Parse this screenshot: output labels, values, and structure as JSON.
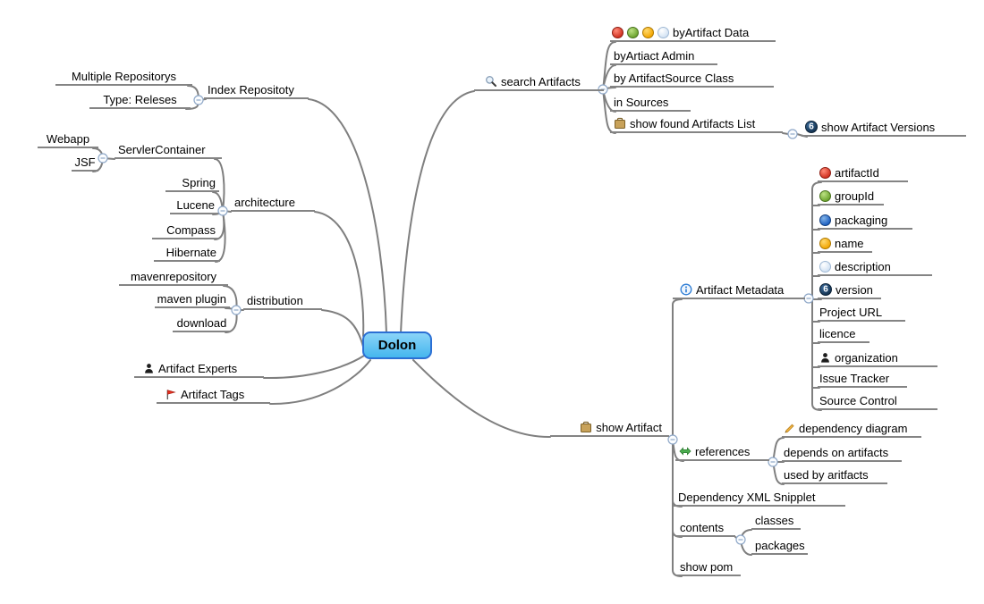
{
  "root": {
    "label": "Dolon"
  },
  "colors": {
    "root_fill": "#52c1f2",
    "root_border": "#2b6fd4",
    "edge": "#7f7f7f",
    "ball_red": "#cf2e1e",
    "ball_green": "#6ba32d",
    "ball_yellow": "#f2a500",
    "ball_blue": "#1c5ec0",
    "ball_pale": "#cfe0f2",
    "flag_red": "#e53020"
  },
  "icons": {
    "version_badge_glyph": "6"
  },
  "nodes": {
    "index_repositoty": {
      "label": "Index Repositoty"
    },
    "multiple_repositorys": {
      "label": "Multiple Repositorys"
    },
    "type_releses": {
      "label": "Type: Releses"
    },
    "architecture": {
      "label": "architecture"
    },
    "servler_container": {
      "label": "ServlerContainer"
    },
    "webapp": {
      "label": "Webapp"
    },
    "jsf": {
      "label": "JSF"
    },
    "spring": {
      "label": "Spring"
    },
    "lucene": {
      "label": "Lucene"
    },
    "compass": {
      "label": "Compass"
    },
    "hibernate": {
      "label": "Hibernate"
    },
    "distribution": {
      "label": "distribution"
    },
    "mavenrepository": {
      "label": "mavenrepository"
    },
    "maven_plugin": {
      "label": "maven plugin"
    },
    "download": {
      "label": "download"
    },
    "artifact_experts": {
      "label": "Artifact Experts",
      "icon": "person-icon"
    },
    "artifact_tags": {
      "label": "Artifact Tags",
      "icon": "flag-icon"
    },
    "search_artifacts": {
      "label": "search Artifacts",
      "icon": "magnifier-icon"
    },
    "byartifact_data": {
      "label": "byArtifact Data",
      "icons": [
        "red-ball-icon",
        "green-ball-icon",
        "yellow-ball-icon",
        "lightblue-ball-icon"
      ]
    },
    "byartiact_admin": {
      "label": "byArtiact Admin"
    },
    "by_artifactsource_class": {
      "label": "by ArtifactSource Class"
    },
    "in_sources": {
      "label": "in Sources"
    },
    "show_found_artifacts_list": {
      "label": "show found Artifacts List",
      "icon": "clipboard-icon"
    },
    "show_artifact_versions": {
      "label": "show Artifact Versions",
      "icon": "number6-icon"
    },
    "show_artifact": {
      "label": "show Artifact",
      "icon": "clipboard-icon"
    },
    "artifact_metadata": {
      "label": "Artifact Metadata",
      "icon": "info-icon"
    },
    "artifactid": {
      "label": "artifactId",
      "icon": "red-ball-icon"
    },
    "groupid": {
      "label": "groupId",
      "icon": "green-ball-icon"
    },
    "packaging": {
      "label": "packaging",
      "icon": "blue-ball-icon"
    },
    "name": {
      "label": "name",
      "icon": "yellow-ball-icon"
    },
    "description": {
      "label": "description",
      "icon": "lightblue-ball-icon"
    },
    "version": {
      "label": "version",
      "icon": "number6-icon"
    },
    "project_url": {
      "label": "Project URL"
    },
    "licence": {
      "label": "licence"
    },
    "organization": {
      "label": "organization",
      "icon": "person-icon"
    },
    "issue_tracker": {
      "label": "Issue Tracker"
    },
    "source_control": {
      "label": "Source Control"
    },
    "references": {
      "label": "references",
      "icon": "double-arrow-icon"
    },
    "dependency_diagram": {
      "label": "dependency diagram",
      "icon": "pencil-icon"
    },
    "depends_on_artifacts": {
      "label": "depends on artifacts"
    },
    "used_by_aritfacts": {
      "label": "used by aritfacts"
    },
    "dependency_xml_snipplet": {
      "label": "Dependency XML Snipplet"
    },
    "contents": {
      "label": "contents"
    },
    "classes": {
      "label": "classes"
    },
    "packages": {
      "label": "packages"
    },
    "show_pom": {
      "label": "show pom"
    }
  }
}
